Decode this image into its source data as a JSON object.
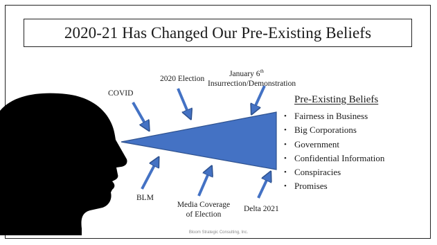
{
  "slide": {
    "title": "2020-21 Has Changed Our Pre-Existing Beliefs",
    "events": {
      "covid": "COVID",
      "election": "2020 Election",
      "jan6_line1": "January 6",
      "jan6_sup": "th",
      "jan6_line2": "Insurrection/Demonstration",
      "blm": "BLM",
      "media_line1": "Media Coverage",
      "media_line2": "of Election",
      "delta": "Delta 2021"
    },
    "beliefs_heading": "Pre-Existing Beliefs",
    "bullet_symbol": "•",
    "beliefs": [
      "Fairness in Business",
      "Big Corporations",
      "Government",
      "Confidential Information",
      "Conspiracies",
      "Promises"
    ],
    "footer": "Bloom Strategic Consulting, Inc.",
    "colors": {
      "arrow_fill": "#4472c4",
      "arrow_stroke": "#2f528f",
      "head": "#000000"
    }
  }
}
